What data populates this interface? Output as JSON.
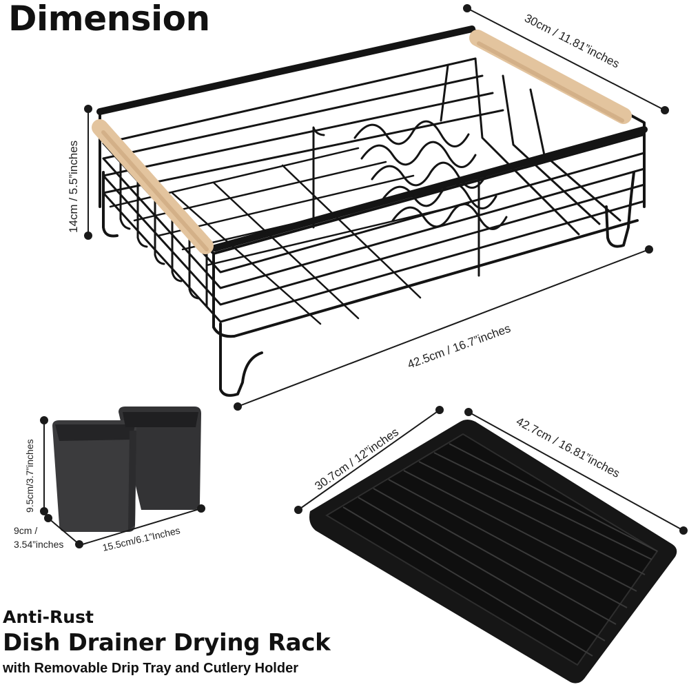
{
  "heading": "Dimension",
  "dimensions": {
    "rack_depth": "30cm / 11.81”inches",
    "rack_height": "14cm / 5.5”inches",
    "rack_length": "42.5cm / 16.7”inches",
    "holder_height": "9.5cm/3.7”inches",
    "holder_depth_1": "9cm /",
    "holder_depth_2": "3.54”inches",
    "holder_length": "15.5cm/6.1”Inches",
    "tray_width": "30.7cm / 12”inches",
    "tray_length": "42.7cm / 16.81”inches"
  },
  "caption": {
    "line1": "Anti-Rust",
    "line2": "Dish Drainer Drying Rack",
    "line3": "with Removable Drip Tray and Cutlery Holder"
  },
  "colors": {
    "wire": "#141414",
    "wood": "#e3c49e",
    "tray": "#161616",
    "holder": "#3b3b3d"
  }
}
